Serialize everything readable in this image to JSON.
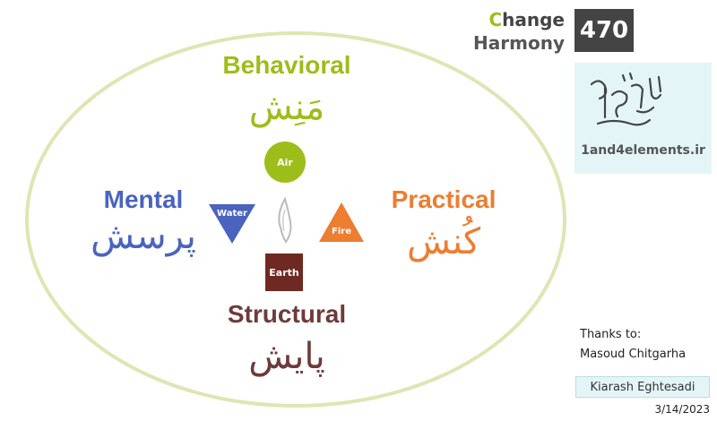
{
  "header": {
    "change_first_letter": "C",
    "change_rest": "hange",
    "harmony": "Harmony",
    "issue_number": "470"
  },
  "logo": {
    "url": "1and4elements.ir",
    "mark_text": "آچار عنصر 1"
  },
  "dimensions": {
    "behavioral": {
      "en": "Behavioral",
      "fa": "مَنِش",
      "color": "#9dbd1a"
    },
    "mental": {
      "en": "Mental",
      "fa": "پرسش",
      "color": "#4a63bf"
    },
    "practical": {
      "en": "Practical",
      "fa": "کُنش",
      "color": "#ed7d31"
    },
    "structural": {
      "en": "Structural",
      "fa": "پایش",
      "color": "#6e3a3a"
    }
  },
  "elements": {
    "air": {
      "label": "Air",
      "color": "#9dbd1a",
      "shape": "circle"
    },
    "water": {
      "label": "Water",
      "color": "#4a63bf",
      "shape": "triangle-down"
    },
    "fire": {
      "label": "Fire",
      "color": "#ed7d31",
      "shape": "triangle-up"
    },
    "earth": {
      "label": "Earth",
      "color": "#6e2a22",
      "shape": "square"
    },
    "center": {
      "icon": "flame-outline-icon"
    }
  },
  "credits": {
    "thanks_title": "Thanks to:",
    "thanks_name": "Masoud Chitgarha",
    "author": "Kiarash Eghtesadi",
    "date": "3/14/2023"
  }
}
